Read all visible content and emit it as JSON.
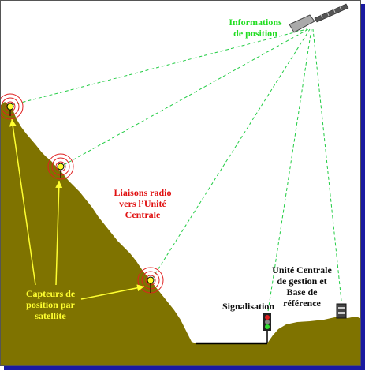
{
  "labels": {
    "satellite_info": [
      "Informations",
      "de position"
    ],
    "radio_links": [
      "Liaisons radio",
      "vers l’Unité",
      "Centrale"
    ],
    "sensors": [
      "Capteurs de",
      "position par",
      "satellite"
    ],
    "signal": [
      "Signalisation"
    ],
    "central_unit": [
      "Unité Centrale",
      "de gestion et",
      "Base de",
      "référence"
    ]
  },
  "colors": {
    "ground": "#7f7300",
    "satellite_info": "#22dd22",
    "radio_links": "#e01010",
    "sensors": "#ffff30",
    "dashed_links": "#22cc44",
    "rings": "#e02020",
    "arrows": "#ffff30",
    "text_dark": "#111111",
    "frame_shadow": "#1a1aa0"
  },
  "icons": [
    "satellite-icon",
    "signal-light-icon",
    "central-unit-icon",
    "gps-sensor-icon"
  ]
}
